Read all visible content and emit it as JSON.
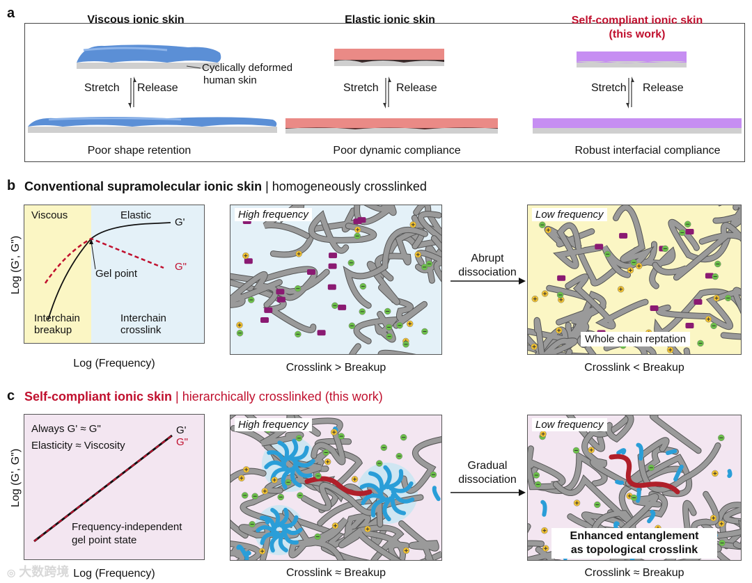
{
  "panel_a": {
    "label": "a",
    "viscous": {
      "title": "Viscous ionic skin",
      "annotation_line1": "Cyclically deformed",
      "annotation_line2": "human skin",
      "stretch": "Stretch",
      "release": "Release",
      "caption": "Poor shape retention",
      "color": "#5b8fd6"
    },
    "elastic": {
      "title": "Elastic ionic skin",
      "stretch": "Stretch",
      "release": "Release",
      "caption": "Poor dynamic compliance",
      "color": "#ea8a86"
    },
    "compliant": {
      "title_line1": "Self-compliant ionic skin",
      "title_line2": "(this work)",
      "stretch": "Stretch",
      "release": "Release",
      "caption": "Robust interfacial compliance",
      "color": "#c68ef2"
    }
  },
  "panel_b": {
    "label": "b",
    "heading_bold": "Conventional supramolecular ionic skin",
    "heading_rest": " | homogeneously crosslinked",
    "plot": {
      "ylabel": "Log (G', G\")",
      "xlabel": "Log (Frequency)",
      "viscous": "Viscous",
      "elastic": "Elastic",
      "g_prime": "G'",
      "g_double": "G\"",
      "gel_point": "Gel point",
      "left_line1": "Interchain",
      "left_line2": "breakup",
      "right_line1": "Interchain",
      "right_line2": "crosslink"
    },
    "high_freq": "High frequency",
    "low_freq": "Low frequency",
    "arrow_line1": "Abrupt",
    "arrow_line2": "dissociation",
    "reptation": "Whole chain reptation",
    "caption_left": "Crosslink > Breakup",
    "caption_right": "Crosslink < Breakup"
  },
  "panel_c": {
    "label": "c",
    "heading_bold": "Self-compliant ionic skin",
    "heading_rest": " | hierarchically crosslinked (this work)",
    "plot": {
      "ylabel": "Log (G', G\")",
      "xlabel": "Log (Frequency)",
      "always": "Always G' ≈ G\"",
      "elasticity": "Elasticity ≈ Viscosity",
      "g_prime": "G'",
      "g_double": "G\"",
      "state_line1": "Frequency-independent",
      "state_line2": "gel point state"
    },
    "high_freq": "High frequency",
    "low_freq": "Low frequency",
    "arrow_line1": "Gradual",
    "arrow_line2": "dissociation",
    "entangle_line1": "Enhanced entanglement",
    "entangle_line2": "as topological crosslink",
    "caption_left": "Crosslink ≈ Breakup",
    "caption_right": "Crosslink ≈ Breakup"
  },
  "watermark": "大数跨境",
  "colors": {
    "chain": "#9a9a9a",
    "crosslink": "#8a1a72",
    "blue_segment": "#2a9ed8",
    "red_chain": "#b01f2a",
    "cation": "#f2c230",
    "anion": "#6cc04a",
    "yellow_bg": "#fbf6c4",
    "blue_bg": "#e4f1f8",
    "purple_bg": "#f3e6f1",
    "red_text": "#c0102e"
  }
}
